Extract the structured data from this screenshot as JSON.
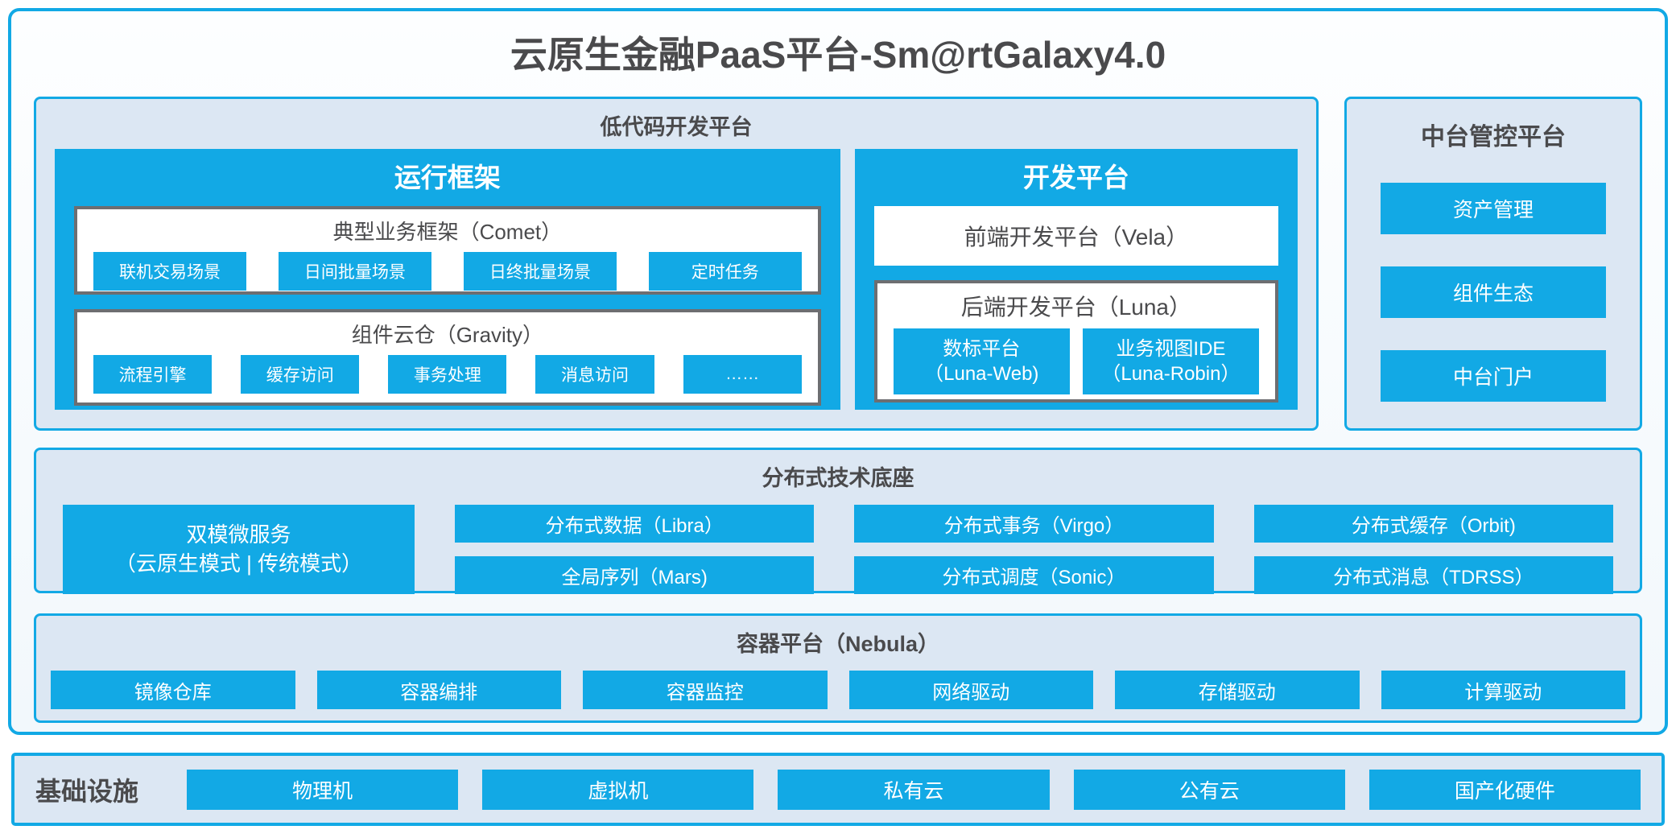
{
  "title": "云原生金融PaaS平台-Sm@rtGalaxy4.0",
  "colors": {
    "accent_blue": "#12a9e5",
    "panel_light_blue": "#dce7f3",
    "dark_text": "#4a4a4c",
    "gray_box_border": "#6d6e71",
    "white": "#ffffff"
  },
  "low_code_platform": {
    "title": "低代码开发平台",
    "runtime_framework": {
      "title": "运行框架",
      "comet": {
        "title": "典型业务框架（Comet）",
        "items": [
          "联机交易场景",
          "日间批量场景",
          "日终批量场景",
          "定时任务"
        ]
      },
      "gravity": {
        "title": "组件云仓（Gravity）",
        "items": [
          "流程引擎",
          "缓存访问",
          "事务处理",
          "消息访问",
          "……"
        ]
      }
    },
    "dev_platform": {
      "title": "开发平台",
      "frontend": "前端开发平台（Vela）",
      "backend": {
        "title": "后端开发平台（Luna）",
        "items": [
          {
            "line1": "数标平台",
            "line2": "（Luna-Web)"
          },
          {
            "line1": "业务视图IDE",
            "line2": "（Luna-Robin）"
          }
        ]
      }
    }
  },
  "mid_platform": {
    "title": "中台管控平台",
    "items": [
      "资产管理",
      "组件生态",
      "中台门户"
    ]
  },
  "distributed_base": {
    "title": "分布式技术底座",
    "dual_mode": {
      "line1": "双模微服务",
      "line2": "（云原生模式 | 传统模式）"
    },
    "row1": [
      "分布式数据（Libra）",
      "分布式事务（Virgo）",
      "分布式缓存（Orbit)"
    ],
    "row2": [
      "全局序列（Mars)",
      "分布式调度（Sonic）",
      "分布式消息（TDRSS）"
    ]
  },
  "container_platform": {
    "title": "容器平台（Nebula）",
    "items": [
      "镜像仓库",
      "容器编排",
      "容器监控",
      "网络驱动",
      "存储驱动",
      "计算驱动"
    ]
  },
  "infrastructure": {
    "title": "基础设施",
    "items": [
      "物理机",
      "虚拟机",
      "私有云",
      "公有云",
      "国产化硬件"
    ]
  }
}
